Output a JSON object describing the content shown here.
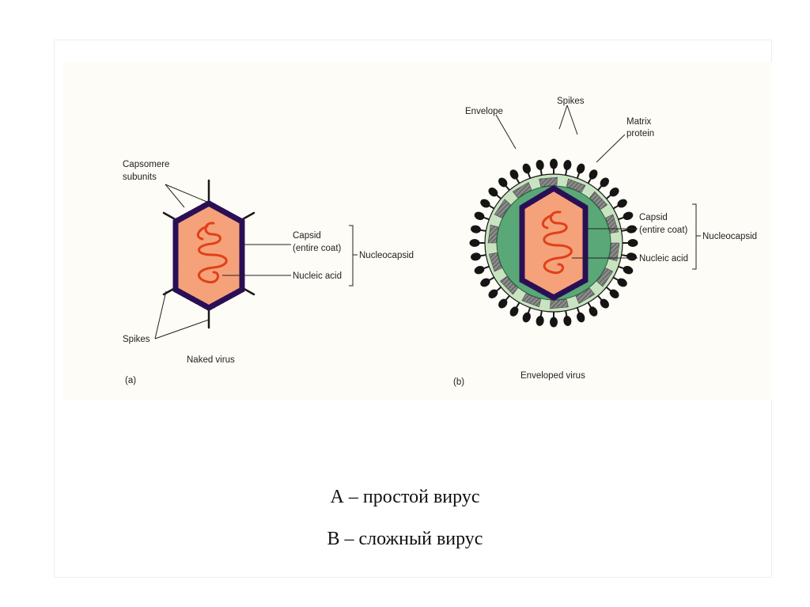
{
  "panel_a": {
    "letter": "(a)",
    "title": "Naked virus",
    "labels": {
      "capsomere": "Capsomere",
      "subunits": "subunits",
      "capsid": "Capsid",
      "entire_coat": "(entire coat)",
      "nucleic_acid": "Nucleic acid",
      "nucleocapsid": "Nucleocapsid",
      "spikes": "Spikes"
    }
  },
  "panel_b": {
    "letter": "(b)",
    "title": "Enveloped virus",
    "labels": {
      "envelope": "Envelope",
      "spikes": "Spikes",
      "matrix": "Matrix",
      "protein": "protein",
      "capsid": "Capsid",
      "entire_coat": "(entire coat)",
      "nucleocapsid": "Nucleocapsid",
      "nucleic_acid": "Nucleic acid"
    }
  },
  "captions": {
    "line_a": "А – простой вирус",
    "line_b": "В – сложный вирус"
  },
  "colors": {
    "capsomere": "#3d1a6b",
    "capsid_fill": "#f5a27a",
    "nucleic_acid": "#e0401a",
    "envelope": "#c8e3c0",
    "matrix_fill": "#5aa878",
    "matrix_protein": "#6b6b6b",
    "spike": "#1a1a1a"
  }
}
